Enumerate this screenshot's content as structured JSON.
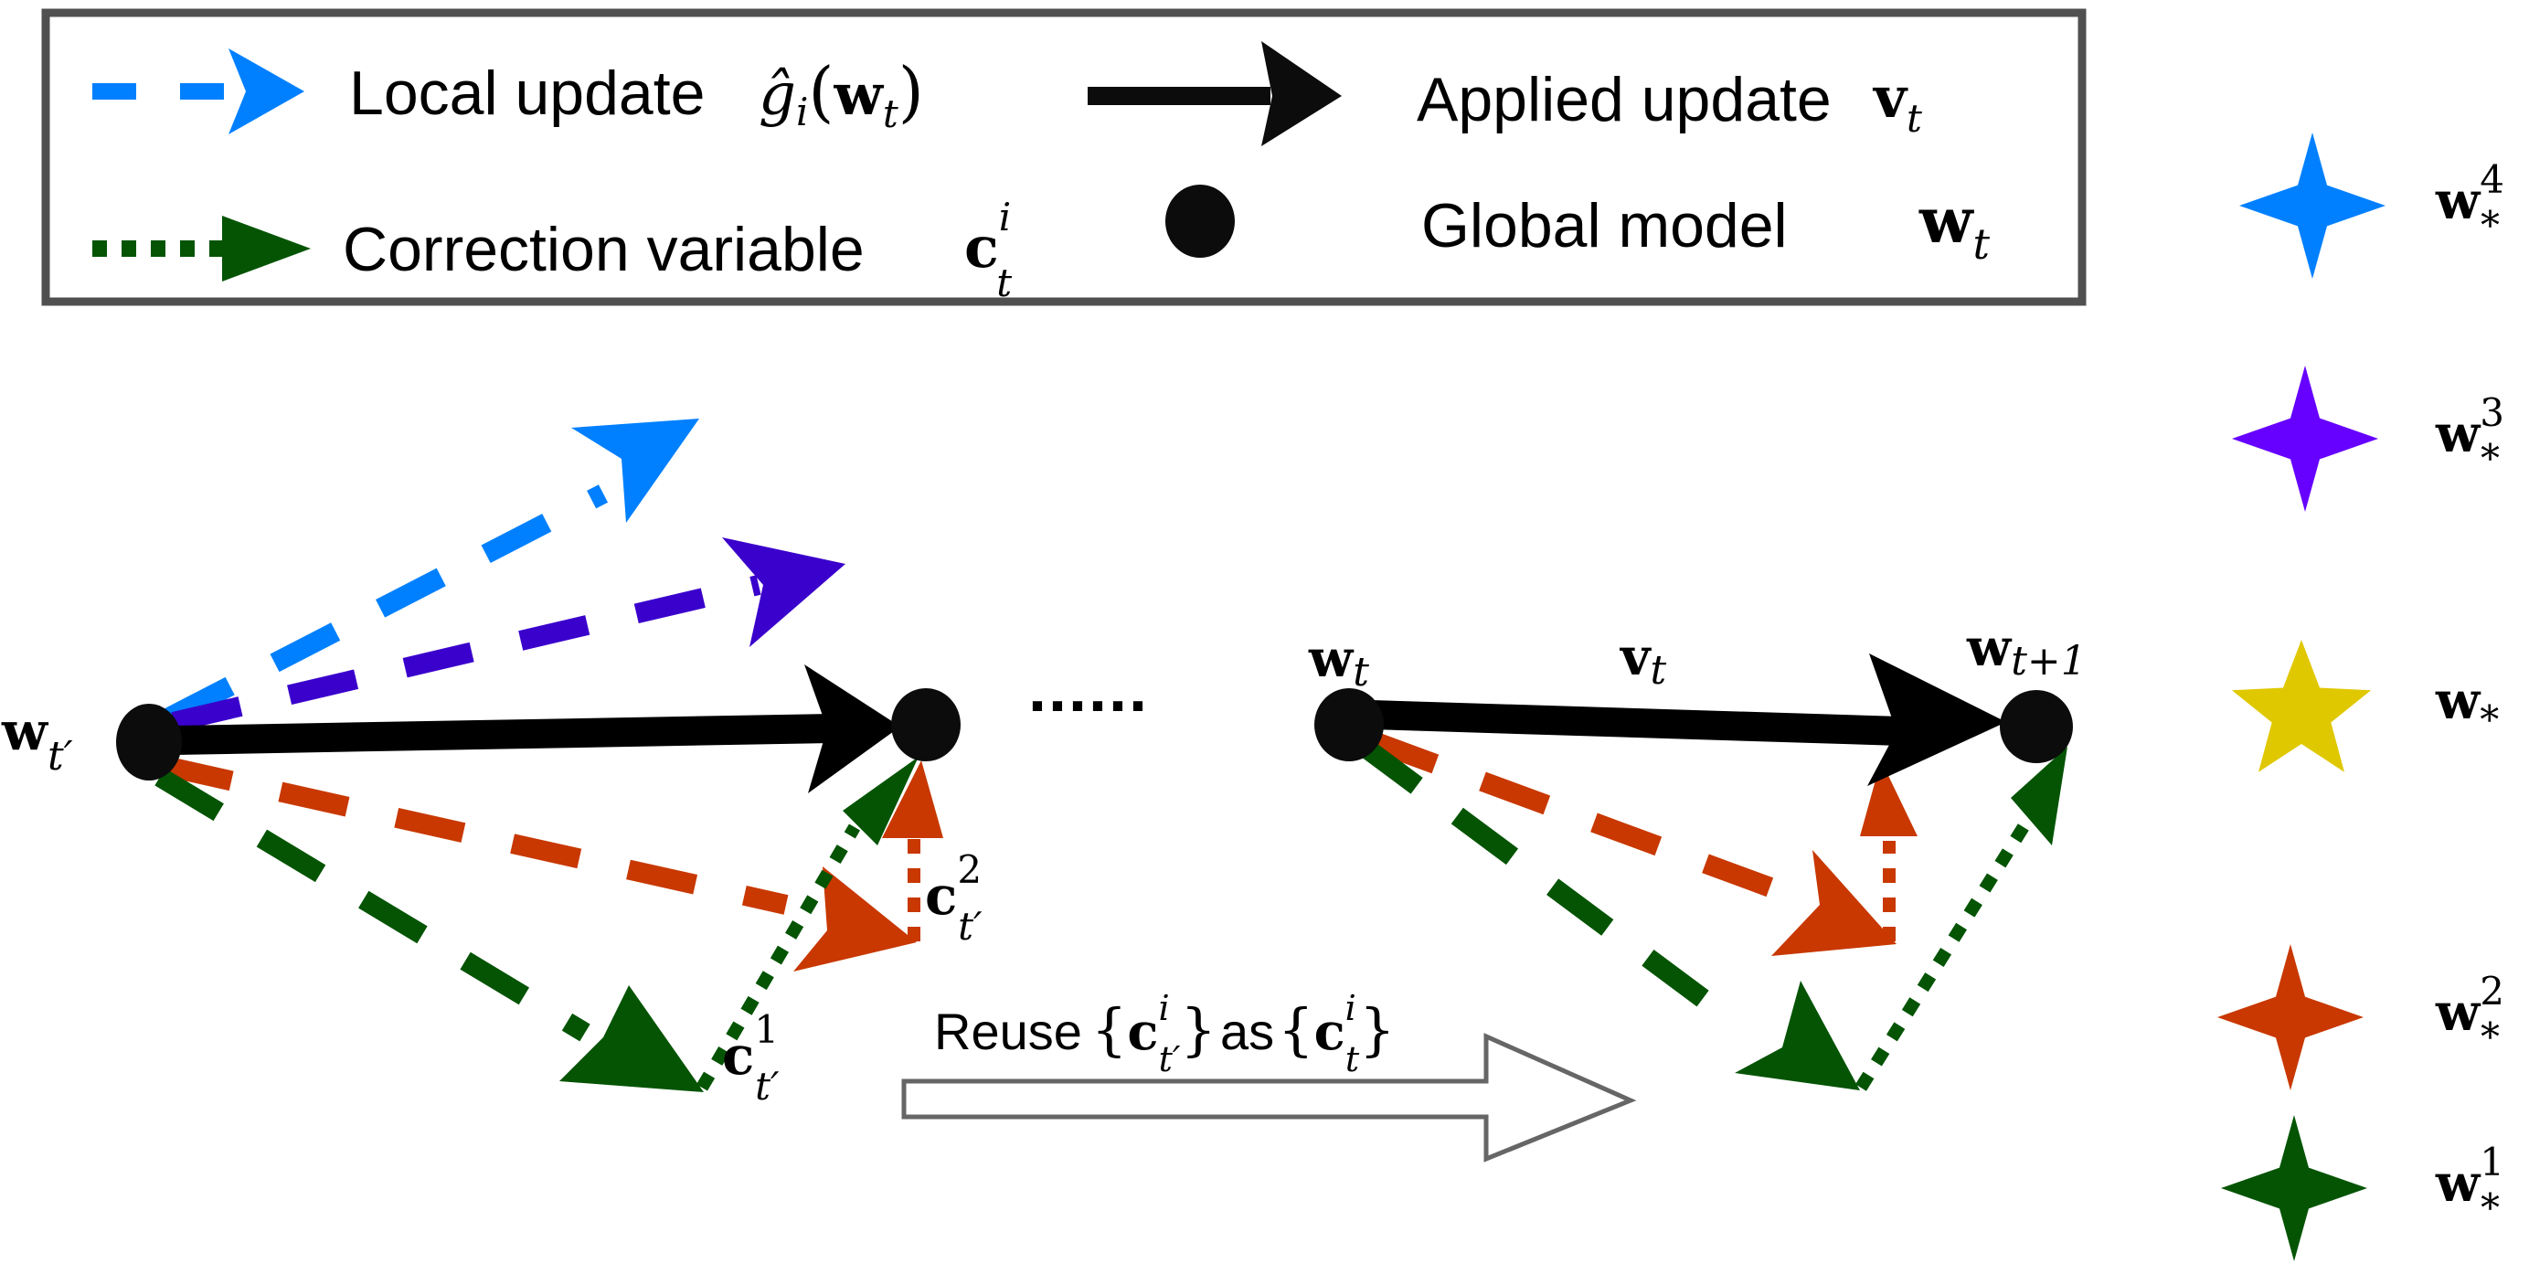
{
  "legend": {
    "local_update": {
      "label": "Local update",
      "math_symbol": "ĝ",
      "math_sub": "i",
      "math_arg": "w",
      "math_arg_sub": "t"
    },
    "correction_variable": {
      "label": "Correction variable",
      "math_symbol": "c",
      "math_sub": "t",
      "math_sup": "i"
    },
    "applied_update": {
      "label": "Applied update",
      "math_symbol": "v",
      "math_sub": "t"
    },
    "global_model": {
      "label": "Global model",
      "math_symbol": "w",
      "math_sub": "t"
    }
  },
  "nodes": {
    "w_tprime": {
      "symbol": "w",
      "sub": "t′"
    },
    "w_t": {
      "symbol": "w",
      "sub": "t"
    },
    "w_t1": {
      "symbol": "w",
      "sub": "t+1"
    },
    "v_t": {
      "symbol": "v",
      "sub": "t"
    }
  },
  "correction_labels": {
    "c1": {
      "symbol": "c",
      "sup": "1",
      "sub": "t′"
    },
    "c2": {
      "symbol": "c",
      "sup": "2",
      "sub": "t′"
    }
  },
  "ellipsis": "......",
  "reuse": {
    "prefix": "Reuse",
    "set1_symbol": "c",
    "set1_sup": "i",
    "set1_sub": "t′",
    "middle": "as",
    "set2_symbol": "c",
    "set2_sup": "i",
    "set2_sub": "t",
    "open_brace": "{",
    "close_brace": "}"
  },
  "optima": [
    {
      "symbol": "w",
      "sub": "*",
      "sup": "4",
      "color": "#0080ff",
      "shape": "four-point-star"
    },
    {
      "symbol": "w",
      "sub": "*",
      "sup": "3",
      "color": "#6600ff",
      "shape": "four-point-star"
    },
    {
      "symbol": "w",
      "sub": "*",
      "sup": "",
      "color": "#e0c800",
      "shape": "five-point-star"
    },
    {
      "symbol": "w",
      "sub": "*",
      "sup": "2",
      "color": "#c83800",
      "shape": "four-point-star"
    },
    {
      "symbol": "w",
      "sub": "*",
      "sup": "1",
      "color": "#045404",
      "shape": "four-point-star"
    }
  ],
  "colors": {
    "client4": "#0080ff",
    "client3": "#3a00cc",
    "client2": "#c83800",
    "client1": "#045404",
    "applied": "#000000",
    "node": "#0c0c0c",
    "legend_border": "#505050",
    "reuse_outline": "#666666"
  }
}
